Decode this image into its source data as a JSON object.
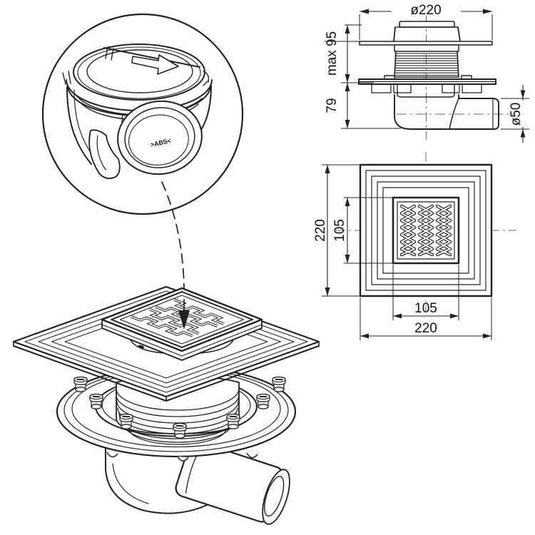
{
  "page": {
    "background": "#ffffff",
    "line_color": "#222222"
  },
  "detail_view": {
    "material_marking": ">ABS<"
  },
  "side_view": {
    "dim_top_diameter": "ø220",
    "dim_height_max": "max 95",
    "dim_height_lower": "79",
    "dim_outlet_diameter": "ø50"
  },
  "top_view": {
    "dim_outer_height": "220",
    "dim_inner_height": "105",
    "dim_inner_width": "105",
    "dim_outer_width": "220"
  }
}
